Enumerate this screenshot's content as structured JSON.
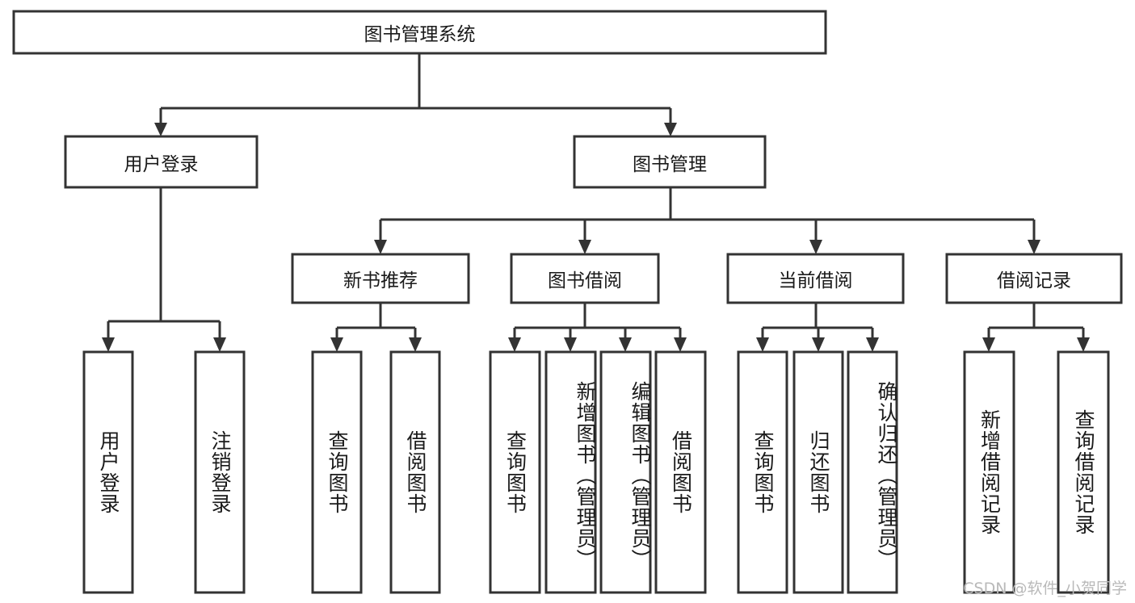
{
  "diagram": {
    "type": "tree",
    "title": "图书管理系统",
    "root": {
      "label": "图书管理系统"
    },
    "level2": [
      {
        "label": "用户登录"
      },
      {
        "label": "图书管理"
      }
    ],
    "level3": [
      {
        "label": "新书推荐"
      },
      {
        "label": "图书借阅"
      },
      {
        "label": "当前借阅"
      },
      {
        "label": "借阅记录"
      }
    ],
    "leaves": {
      "user_login": [
        {
          "label": "用户登录"
        },
        {
          "label": "注销登录"
        }
      ],
      "new_book_recommend": [
        {
          "label": "查询图书"
        },
        {
          "label": "借阅图书"
        }
      ],
      "book_borrow": [
        {
          "label": "查询图书"
        },
        {
          "label": "新增图书（管理员）"
        },
        {
          "label": "编辑图书（管理员）"
        },
        {
          "label": "借阅图书"
        }
      ],
      "current_borrow": [
        {
          "label": "查询图书"
        },
        {
          "label": "归还图书"
        },
        {
          "label": "确认归还（管理员）"
        }
      ],
      "borrow_record": [
        {
          "label": "新增借阅记录"
        },
        {
          "label": "查询借阅记录"
        }
      ]
    }
  },
  "watermark": {
    "text": "CSDN @软件_小贺同学"
  },
  "colors": {
    "stroke": "#333333",
    "fill": "#ffffff",
    "text": "#1a1a1a",
    "watermark": "#b9b9b9"
  }
}
